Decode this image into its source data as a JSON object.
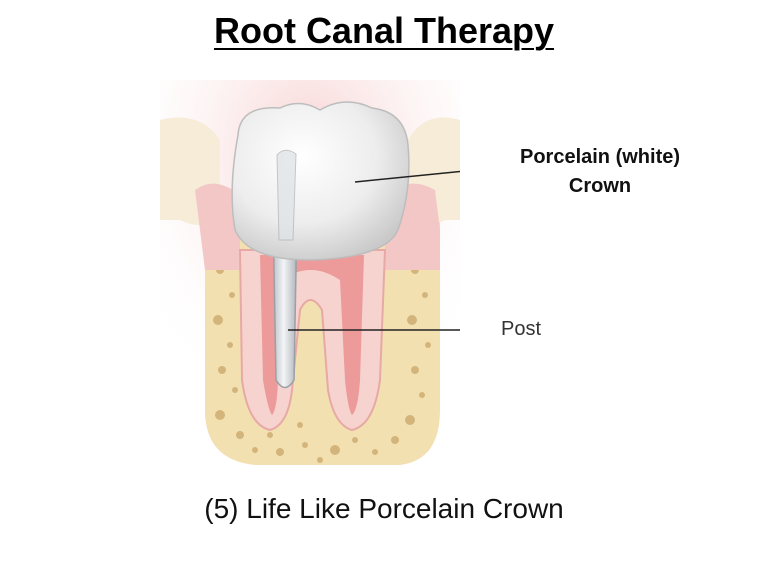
{
  "title": "Root Canal Therapy",
  "labels": {
    "crown_line1": "Porcelain (white)",
    "crown_line2": "Crown",
    "post": "Post"
  },
  "caption": "(5)  Life Like Porcelain Crown",
  "colors": {
    "gum": "#f4c7c7",
    "pulp": "#ec9a9a",
    "bone": "#f3e0b0",
    "bone_spots": "#c9a76a",
    "crown": "#efefef",
    "post": "#d4d8dc"
  }
}
